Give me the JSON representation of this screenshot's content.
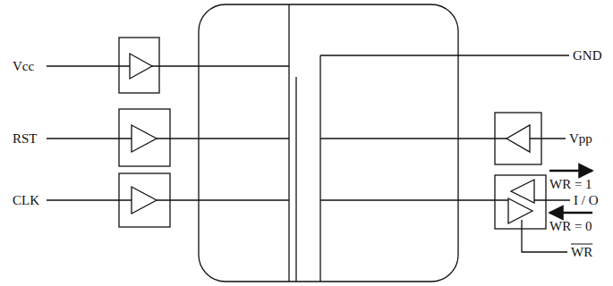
{
  "diagram": {
    "labels": [
      "Vcc",
      "GND",
      "RST",
      "Vpp",
      "CLK",
      "WR = 1",
      "I / O",
      "WR = 0",
      "WR"
    ]
  }
}
